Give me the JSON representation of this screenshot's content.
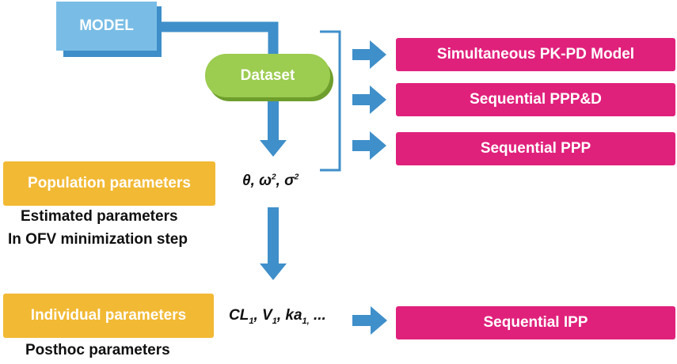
{
  "model": {
    "label": "MODEL"
  },
  "dataset": {
    "label": "Dataset"
  },
  "outputs": {
    "simultaneous": "Simultaneous PK-PD Model",
    "sequential_pppd": "Sequential PPP&D",
    "sequential_ppp": "Sequential PPP",
    "sequential_ipp": "Sequential IPP"
  },
  "population": {
    "box_label": "Population parameters",
    "note_line1": "Estimated parameters",
    "note_line2": "In OFV minimization step",
    "symbols": {
      "theta": "θ",
      "sep1": ",",
      "omega": "ω",
      "omega_exp": "2",
      "sep2": ",",
      "sigma": "σ",
      "sigma_exp": "2"
    }
  },
  "individual": {
    "box_label": "Individual parameters",
    "note": "Posthoc parameters",
    "symbols": {
      "cl": "CL",
      "cl_sub": "1",
      "sep1": ",",
      "v": "V",
      "v_sub": "1",
      "sep2": ",",
      "ka": "ka",
      "ka_sub": "1,",
      "ellipsis": "..."
    }
  },
  "colors": {
    "model": "#79bde6",
    "model_shadow": "#3d8ec9",
    "dataset": "#9ccc50",
    "output_box": "#e0217c",
    "parameter_box": "#f2b934",
    "arrow": "#3f8fca"
  }
}
